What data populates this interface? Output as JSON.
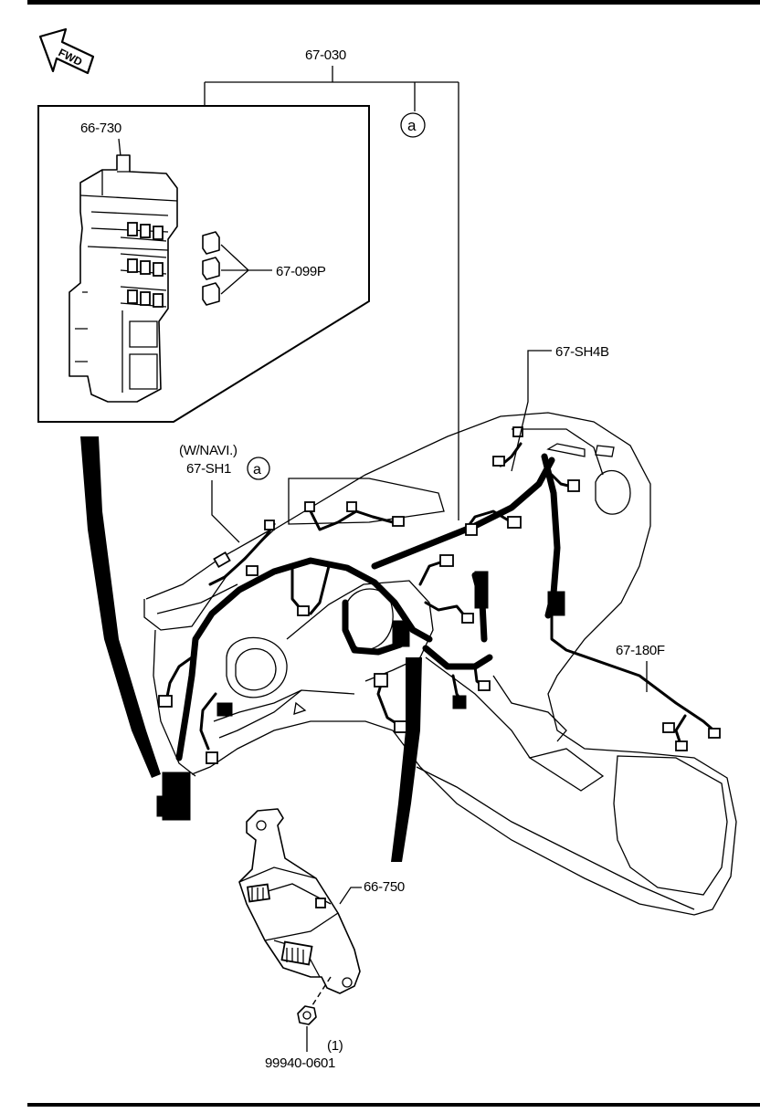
{
  "diagram": {
    "direction_marker": "FWD",
    "callout_ref": "a",
    "labels": {
      "main_harness": "67-030",
      "fuse_block": "66-730",
      "fuse": "67-099P",
      "sub_harness_sh4b": "67-SH4B",
      "option_navi": "(W/NAVI.)",
      "sub_harness_sh1": "67-SH1",
      "front_harness": "67-180F",
      "module": "66-750",
      "nut_qty": "(1)",
      "nut": "99940-0601"
    }
  }
}
